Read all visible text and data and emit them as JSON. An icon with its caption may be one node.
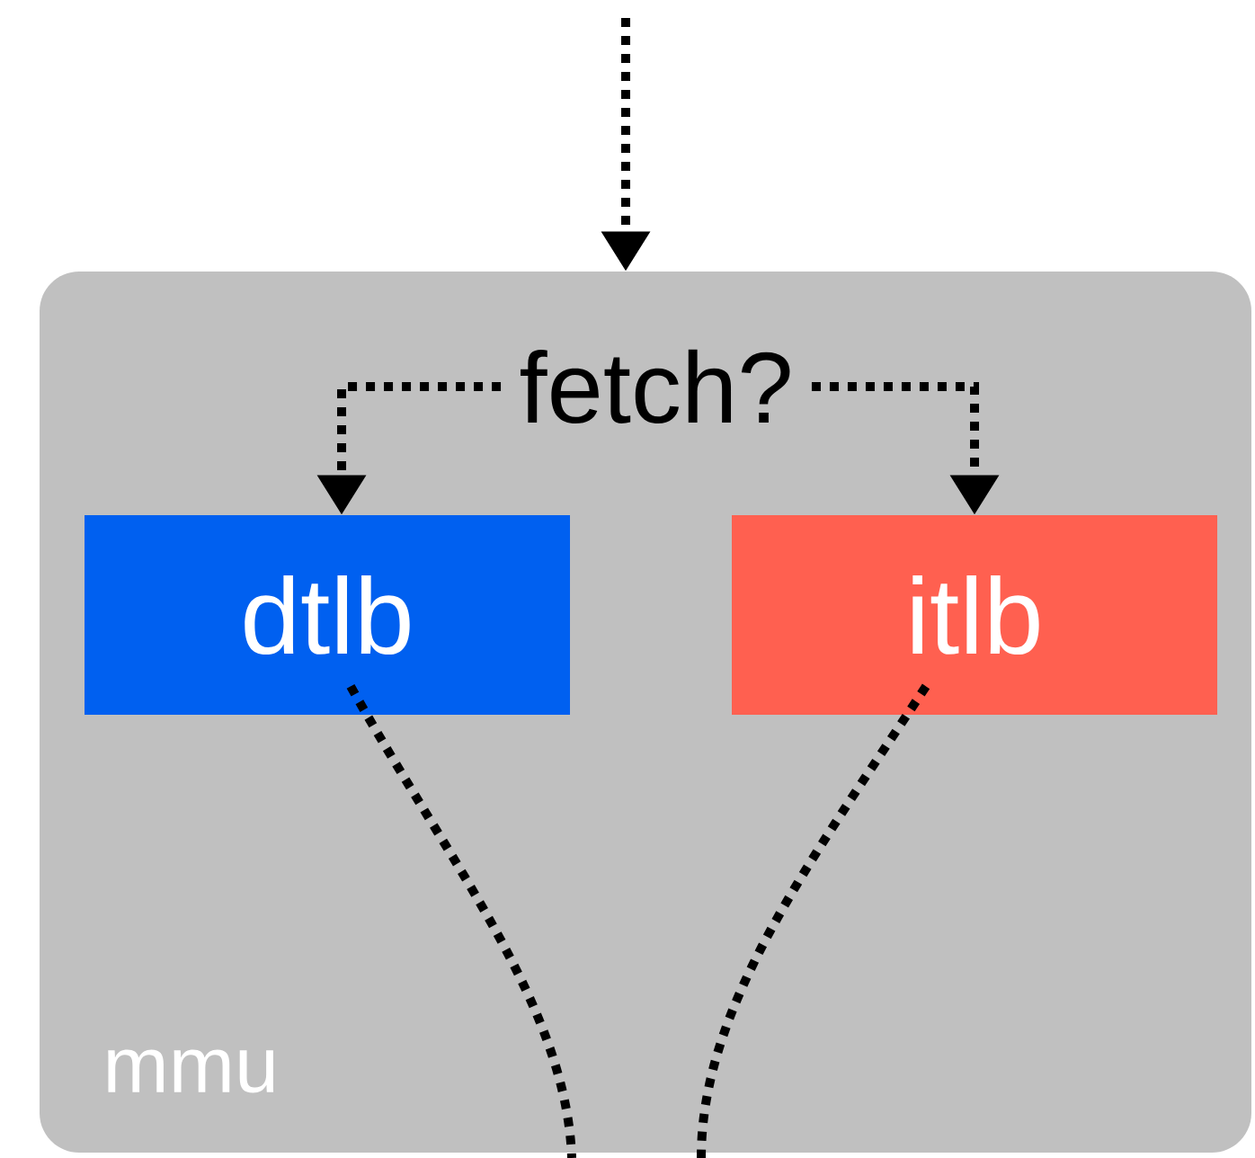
{
  "diagram": {
    "nodes": [
      {
        "text": [
          "mmu"
        ]
      },
      {
        "text": [
          "fetch?"
        ],
        "in": 0
      },
      {
        "text": [
          "dtlb"
        ],
        "in": 0
      },
      {
        "text": [
          "itlb"
        ],
        "in": 0
      }
    ],
    "edges": [
      {
        "from": null,
        "to": 0,
        "arrow": "to",
        "style": "dashed"
      },
      {
        "from": 1,
        "to": 2,
        "arrow": "to",
        "style": "dashed"
      },
      {
        "from": 1,
        "to": 3,
        "arrow": "to",
        "style": "dashed"
      },
      {
        "from": 2,
        "to": null,
        "arrow": "none",
        "style": "dashed"
      },
      {
        "from": 3,
        "to": null,
        "arrow": "none",
        "style": "dashed"
      }
    ]
  }
}
